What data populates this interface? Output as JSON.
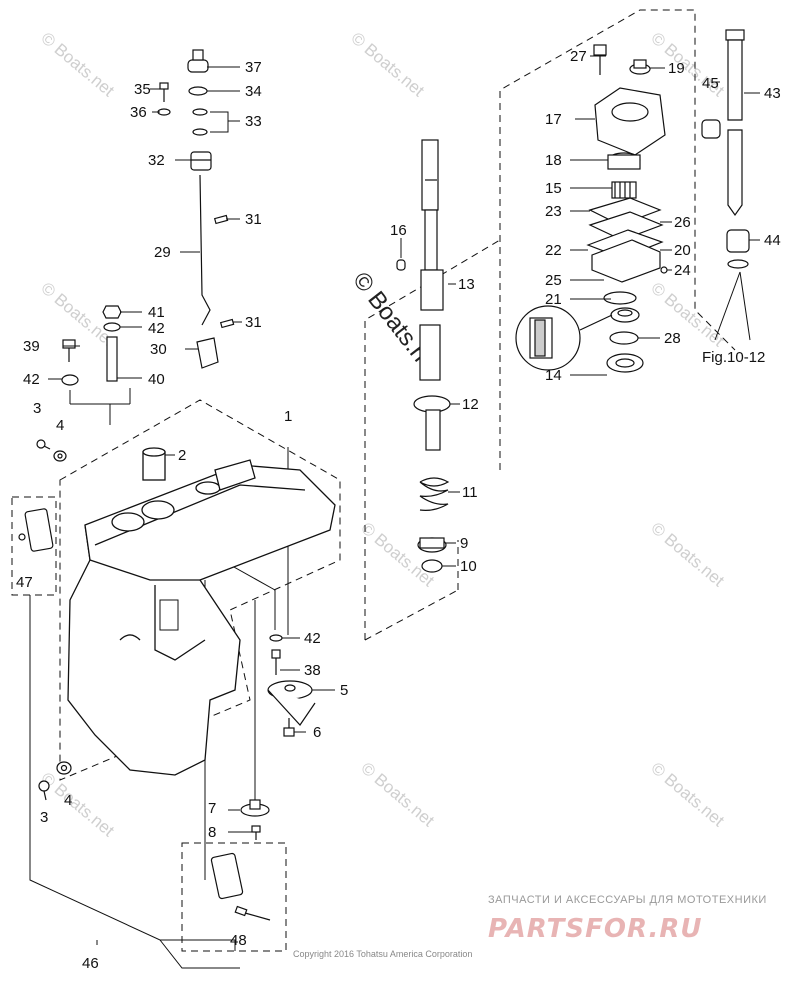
{
  "watermark": "© Boats.net",
  "copyright": "Copyright 2016 Tohatsu America Corporation",
  "ad": {
    "top": "ЗАПЧАСТИ И АКСЕССУАРЫ ДЛЯ МОТОТЕХНИКИ",
    "logo": "PARTSFOR.RU"
  },
  "figure_ref": "Fig.10-12",
  "callouts": {
    "c1": "1",
    "c2": "2",
    "c3a": "3",
    "c3b": "3",
    "c4a": "4",
    "c4b": "4",
    "c5": "5",
    "c6": "6",
    "c7": "7",
    "c8": "8",
    "c9": "9",
    "c10": "10",
    "c11": "11",
    "c12": "12",
    "c13": "13",
    "c14": "14",
    "c15": "15",
    "c16": "16",
    "c17": "17",
    "c18": "18",
    "c19": "19",
    "c20": "20",
    "c21": "21",
    "c22": "22",
    "c23": "23",
    "c24": "24",
    "c25": "25",
    "c26": "26",
    "c27": "27",
    "c28": "28",
    "c29": "29",
    "c30": "30",
    "c31a": "31",
    "c31b": "31",
    "c32": "32",
    "c33": "33",
    "c34": "34",
    "c35": "35",
    "c36": "36",
    "c37": "37",
    "c38": "38",
    "c39": "39",
    "c40": "40",
    "c41": "41",
    "c42a": "42",
    "c42b": "42",
    "c42c": "42",
    "c43": "43",
    "c44": "44",
    "c45": "45",
    "c46": "46",
    "c47": "47",
    "c48": "48"
  }
}
